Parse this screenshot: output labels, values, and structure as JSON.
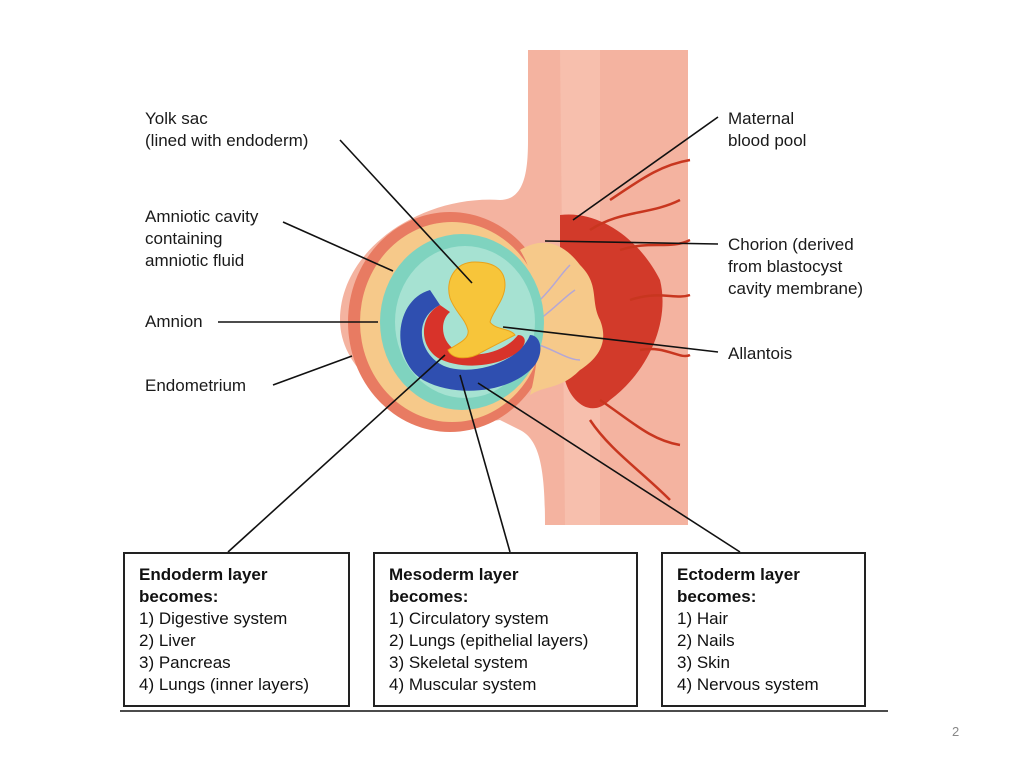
{
  "labels": {
    "yolk_sac": [
      "Yolk sac",
      "(lined with endoderm)"
    ],
    "amniotic_cavity": [
      "Amniotic cavity",
      "containing",
      "amniotic fluid"
    ],
    "amnion": [
      "Amnion"
    ],
    "endometrium": [
      "Endometrium"
    ],
    "maternal_blood_pool": [
      "Maternal",
      "blood pool"
    ],
    "chorion": [
      "Chorion (derived",
      "from blastocyst",
      "cavity membrane)"
    ],
    "allantois": [
      "Allantois"
    ]
  },
  "boxes": {
    "endoderm": {
      "heading": [
        "Endoderm layer",
        "becomes:"
      ],
      "items": [
        "1) Digestive system",
        "2) Liver",
        "3) Pancreas",
        "4) Lungs (inner layers)"
      ]
    },
    "mesoderm": {
      "heading": [
        "Mesoderm layer",
        "becomes:"
      ],
      "items": [
        "1) Circulatory system",
        "2) Lungs (epithelial layers)",
        "3) Skeletal system",
        "4) Muscular system"
      ]
    },
    "ectoderm": {
      "heading": [
        "Ectoderm layer",
        "becomes:"
      ],
      "items": [
        "1) Hair",
        "2) Nails",
        "3) Skin",
        "4) Nervous system"
      ]
    }
  },
  "slide_number": "2",
  "colors": {
    "uterine_wall": "#f4b3a0",
    "endometrium": "#e87b62",
    "maternal_blood": "#d23a2a",
    "chorion": "#f6c98a",
    "amniotic_fluid": "#7fd3bf",
    "yolk_sac": "#f7c53a",
    "mesoderm": "#d8332a",
    "ectoderm": "#2f4fb0"
  }
}
